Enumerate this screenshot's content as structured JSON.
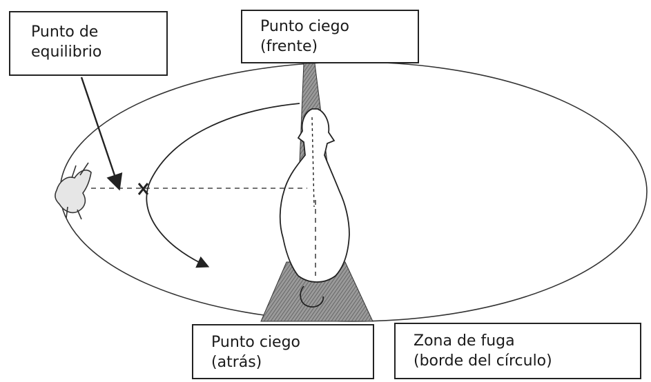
{
  "labels": {
    "equilibrium": {
      "line1": "Punto de",
      "line2": "equilibrio"
    },
    "blind_front": {
      "line1": "Punto ciego",
      "line2": "(frente)"
    },
    "blind_back": {
      "line1": "Punto ciego",
      "line2": "(atrás)"
    },
    "flight_zone": {
      "line1": "Zona de fuga",
      "line2": "(borde del círculo)"
    }
  },
  "colors": {
    "line": "#222222",
    "blind_zone_fill": "#8a8a8a",
    "animal_fill": "#ffffff"
  },
  "icons": {
    "cow": "cow-top-view",
    "handler": "handler-figure"
  }
}
